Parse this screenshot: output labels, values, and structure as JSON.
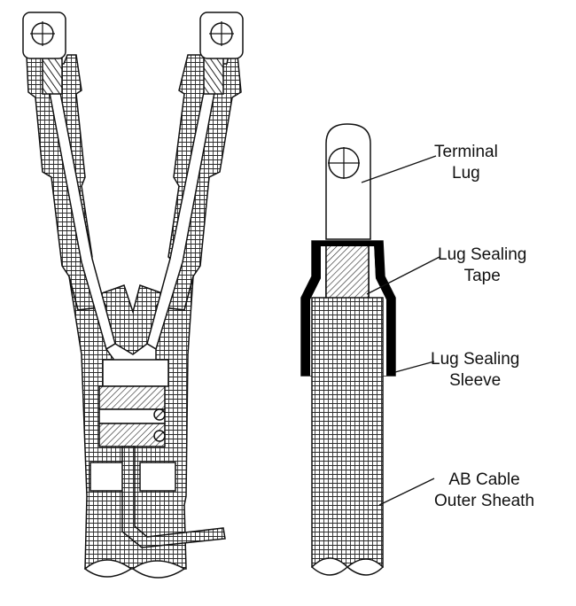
{
  "callouts": {
    "terminal_lug": {
      "line1": "Terminal",
      "line2": "Lug"
    },
    "lug_sealing_tape": {
      "line1": "Lug Sealing",
      "line2": "Tape"
    },
    "lug_sealing_sleeve": {
      "line1": "Lug Sealing",
      "line2": "Sleeve"
    },
    "outer_sheath": {
      "line1": "AB Cable",
      "line2": "Outer Sheath"
    }
  },
  "colors": {
    "outline": "#111111",
    "mesh_fill": "#ffffff",
    "mesh_line": "#2a2a2a",
    "sleeve": "#000000",
    "background": "#ffffff"
  }
}
